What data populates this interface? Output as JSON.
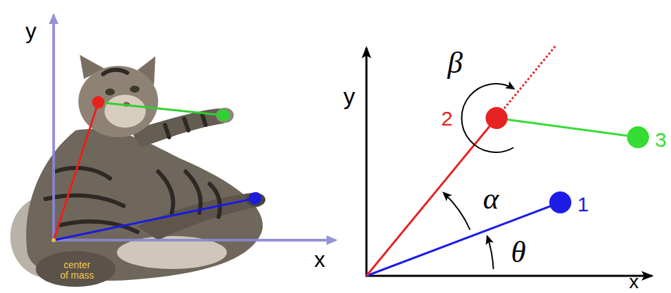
{
  "diagram": {
    "nodes": [
      {
        "text": [
          "1"
        ]
      },
      {
        "text": [
          "2"
        ]
      },
      {
        "text": [
          "3"
        ]
      }
    ],
    "edges": [
      {
        "from": 1,
        "to": 2,
        "arrow": "none"
      }
    ],
    "labels": [
      "y",
      "x",
      "center of mass",
      "y",
      "β",
      "α",
      "θ",
      "x"
    ]
  }
}
